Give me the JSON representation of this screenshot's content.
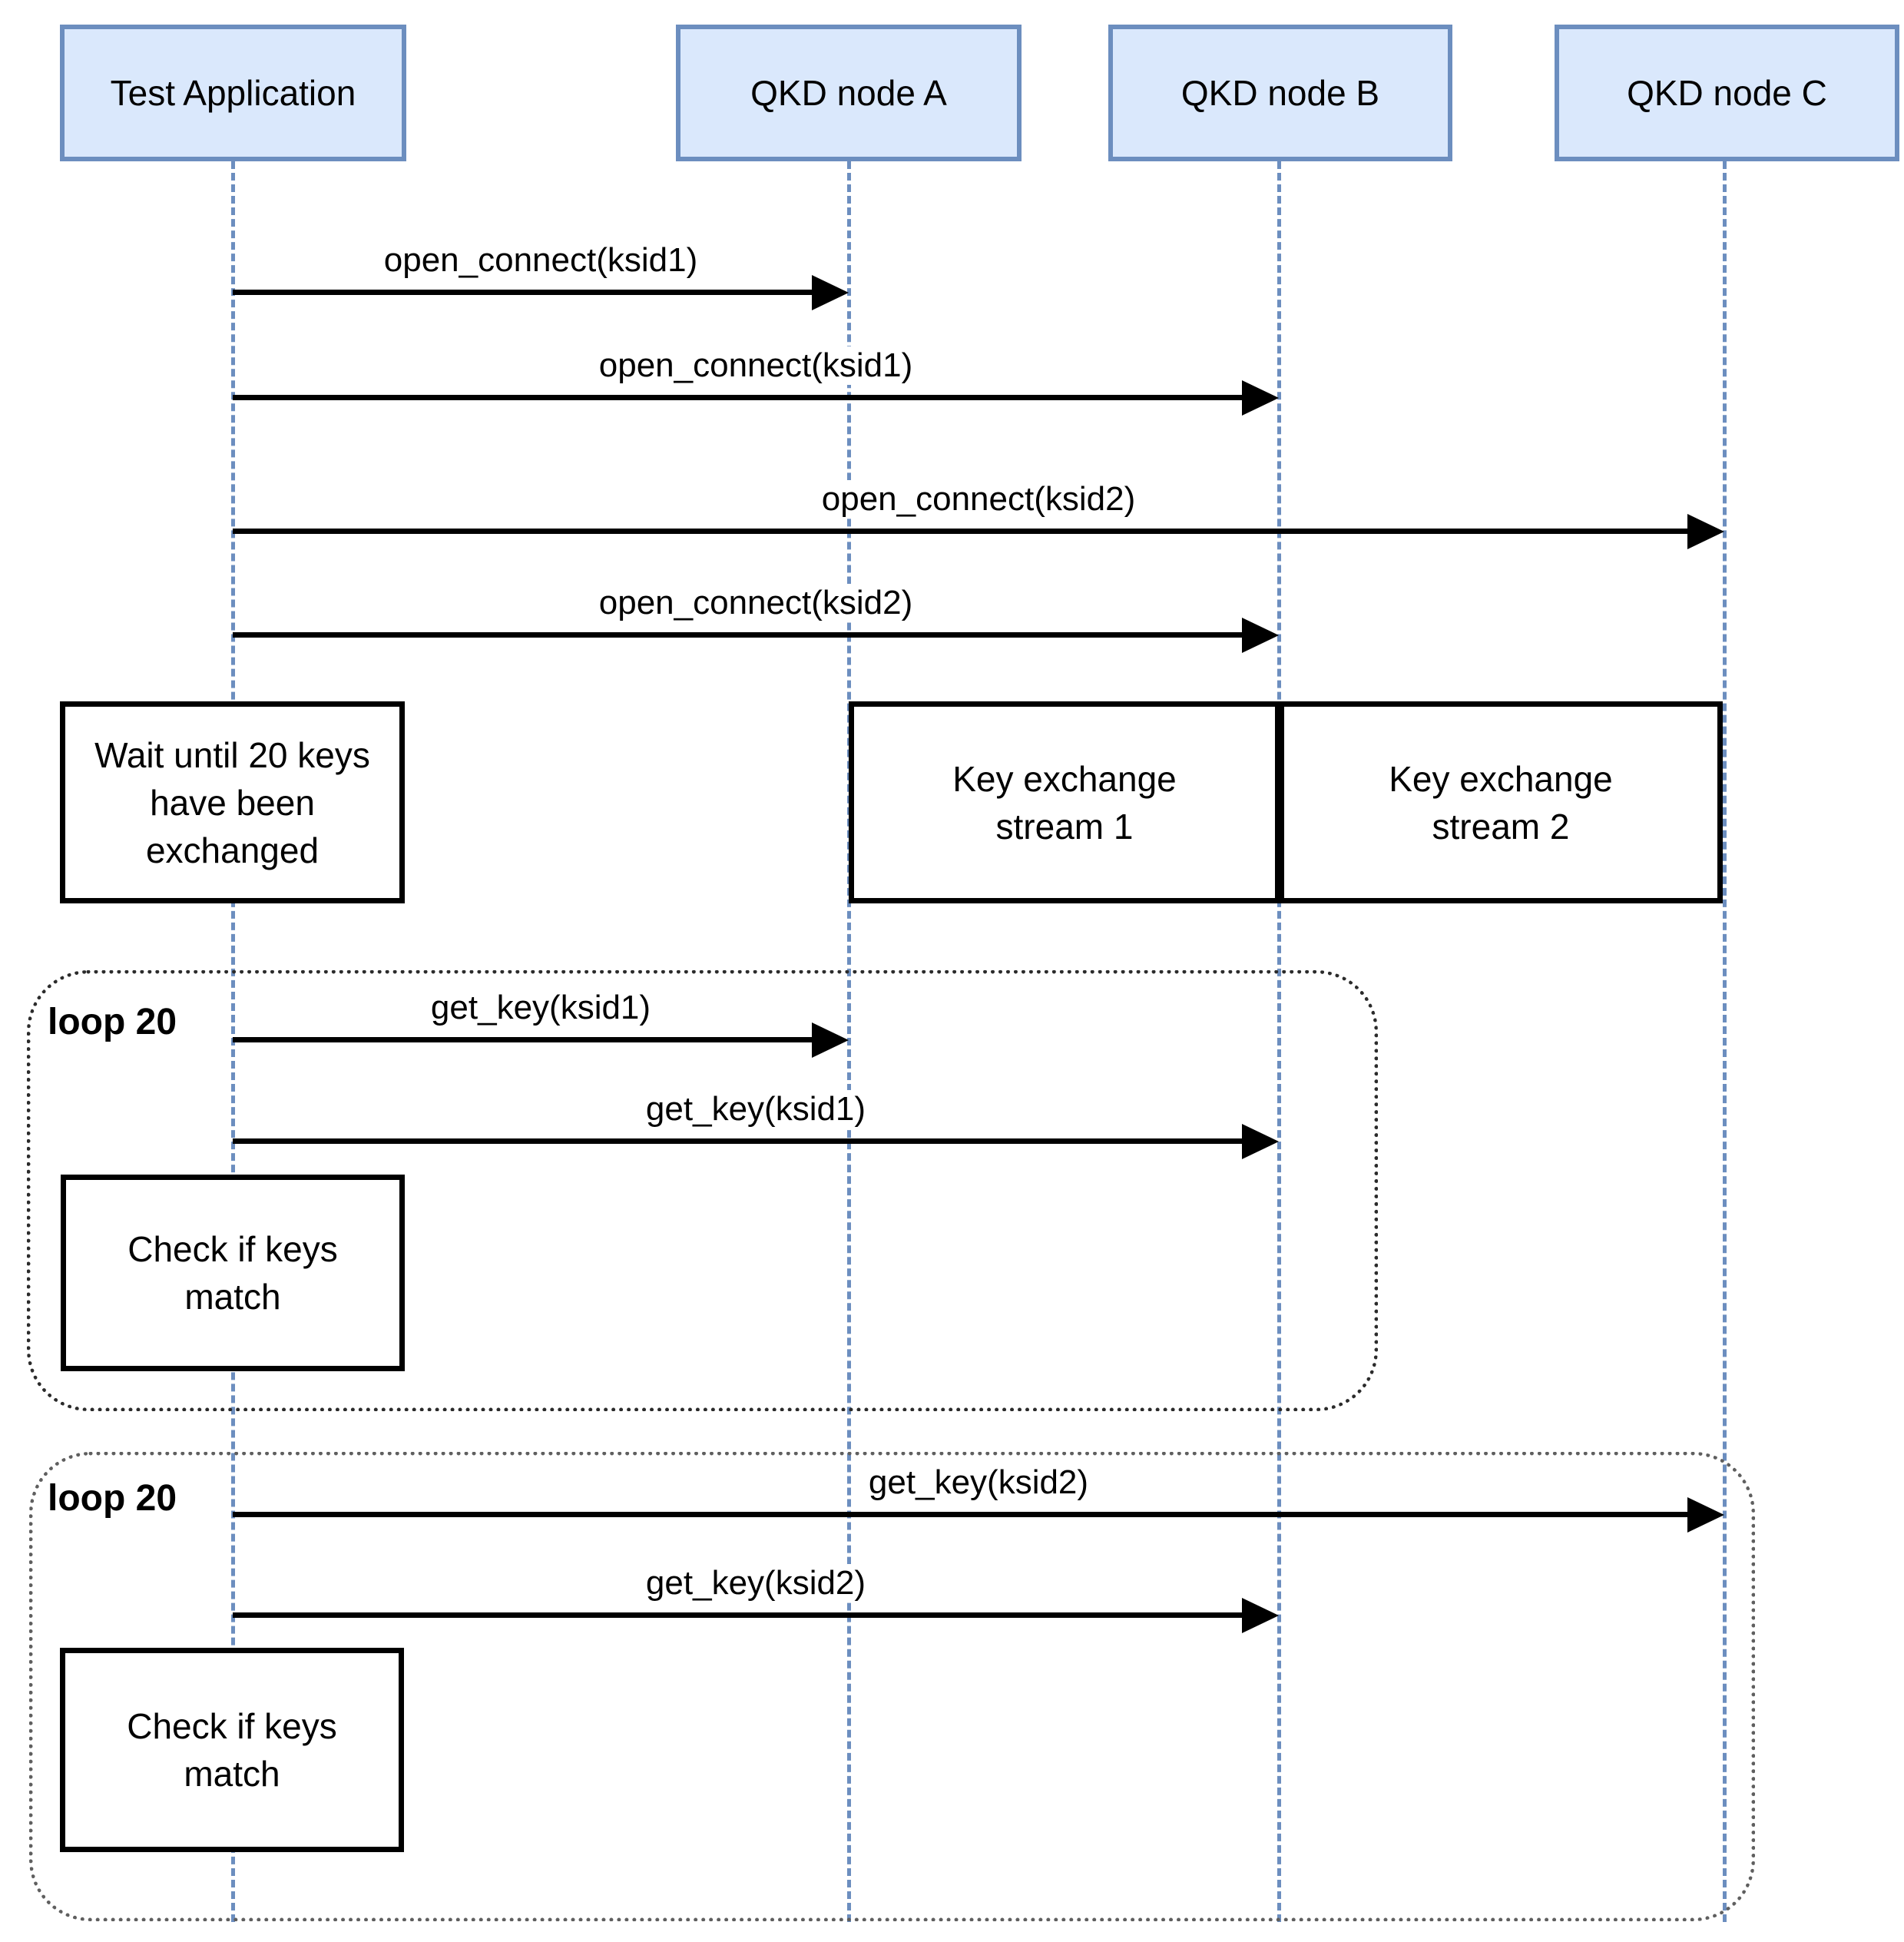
{
  "diagram_type": "uml-sequence-diagram",
  "colors": {
    "actor_fill": "#dae8fc",
    "actor_border": "#6c8ebf",
    "lifeline": "#6c8ebf",
    "message_line": "#000000",
    "note_border": "#000000",
    "loop1_border": "#2b2b2b",
    "loop2_border": "#5f5f5f"
  },
  "actors": [
    {
      "label": "Test Application"
    },
    {
      "label": "QKD node A"
    },
    {
      "label": "QKD node B"
    },
    {
      "label": "QKD node C"
    }
  ],
  "messages": [
    {
      "label": "open_connect(ksid1)",
      "from": "Test Application",
      "to": "QKD node A"
    },
    {
      "label": "open_connect(ksid1)",
      "from": "Test Application",
      "to": "QKD node B"
    },
    {
      "label": "open_connect(ksid2)",
      "from": "Test Application",
      "to": "QKD node C"
    },
    {
      "label": "open_connect(ksid2)",
      "from": "Test Application",
      "to": "QKD node B"
    },
    {
      "label": "get_key(ksid1)",
      "from": "Test Application",
      "to": "QKD node A"
    },
    {
      "label": "get_key(ksid1)",
      "from": "Test Application",
      "to": "QKD node B"
    },
    {
      "label": "get_key(ksid2)",
      "from": "Test Application",
      "to": "QKD node C"
    },
    {
      "label": "get_key(ksid2)",
      "from": "Test Application",
      "to": "QKD node B"
    }
  ],
  "loops": [
    {
      "label": "loop 20"
    },
    {
      "label": "loop 20"
    }
  ],
  "notes": {
    "wait": {
      "text": "Wait until 20 keys\nhave been\nexchanged"
    },
    "stream1": {
      "text": "Key exchange\nstream 1"
    },
    "stream2": {
      "text": "Key exchange\nstream 2"
    },
    "check1": {
      "text": "Check if keys\nmatch"
    },
    "check2": {
      "text": "Check if keys\nmatch"
    }
  }
}
